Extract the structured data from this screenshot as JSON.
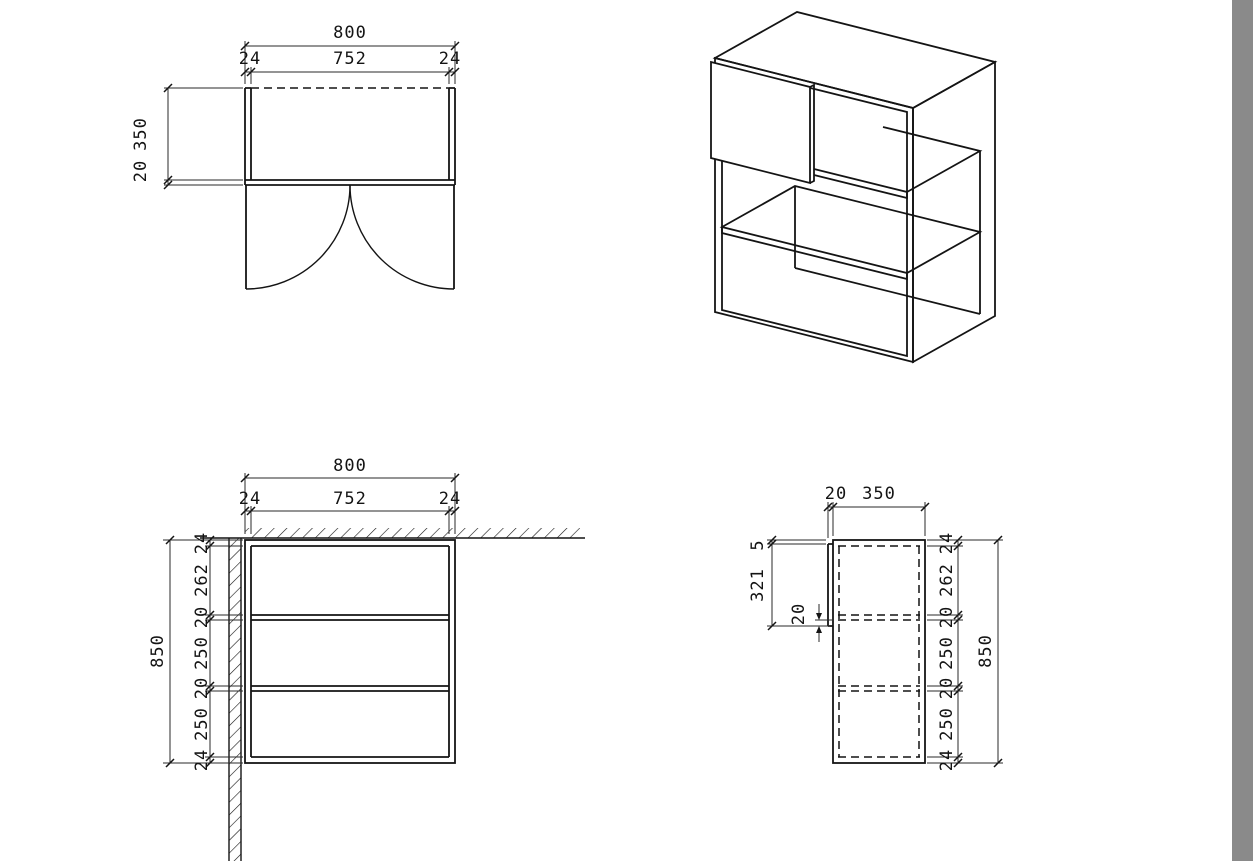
{
  "colors": {
    "paper": "#ffffff",
    "lines": "#141414",
    "edge_strip": "#8a8a8a"
  },
  "plan_view": {
    "width_total": "800",
    "width_left_panel": "24",
    "width_inner": "752",
    "width_right_panel": "24",
    "depth": "350",
    "door_thickness": "20"
  },
  "front_view": {
    "width_total": "800",
    "width_left_panel": "24",
    "width_inner": "752",
    "width_right_panel": "24",
    "height_total": "850",
    "height_segments": [
      "24",
      "262",
      "20",
      "250",
      "20",
      "250",
      "24"
    ]
  },
  "side_view": {
    "door_thickness": "20",
    "depth": "350",
    "top_gap": "5",
    "door_height": "321",
    "door_shelf_overlap": "20",
    "height_total": "850",
    "height_segments": [
      "24",
      "262",
      "20",
      "250",
      "20",
      "250",
      "24"
    ]
  }
}
